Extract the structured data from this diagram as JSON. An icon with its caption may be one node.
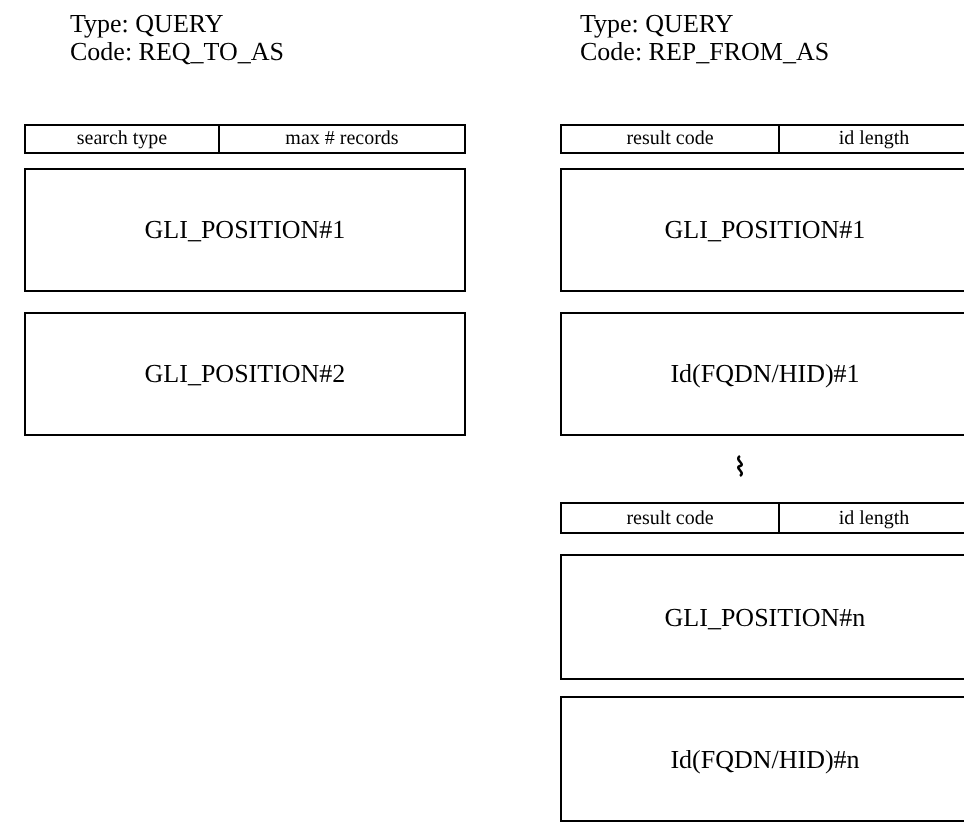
{
  "diagram": {
    "nodes": [
      {
        "text": [
          "search type"
        ]
      },
      {
        "text": [
          "max # records"
        ]
      },
      {
        "text": [
          "GLI_POSITION#1"
        ]
      },
      {
        "text": [
          "GLI_POSITION#2"
        ]
      },
      {
        "text": [
          "result code"
        ]
      },
      {
        "text": [
          "id length"
        ]
      },
      {
        "text": [
          "GLI_POSITION#1"
        ]
      },
      {
        "text": [
          "Id(FQDN/HID)#1"
        ]
      },
      {
        "text": [
          "result code"
        ]
      },
      {
        "text": [
          "id length"
        ]
      },
      {
        "text": [
          "GLI_POSITION#n"
        ]
      },
      {
        "text": [
          "Id(FQDN/HID)#n"
        ]
      }
    ],
    "labels": [
      "Type: QUERY",
      "Code: REQ_TO_AS",
      "Type: QUERY",
      "Code: REP_FROM_AS"
    ]
  }
}
